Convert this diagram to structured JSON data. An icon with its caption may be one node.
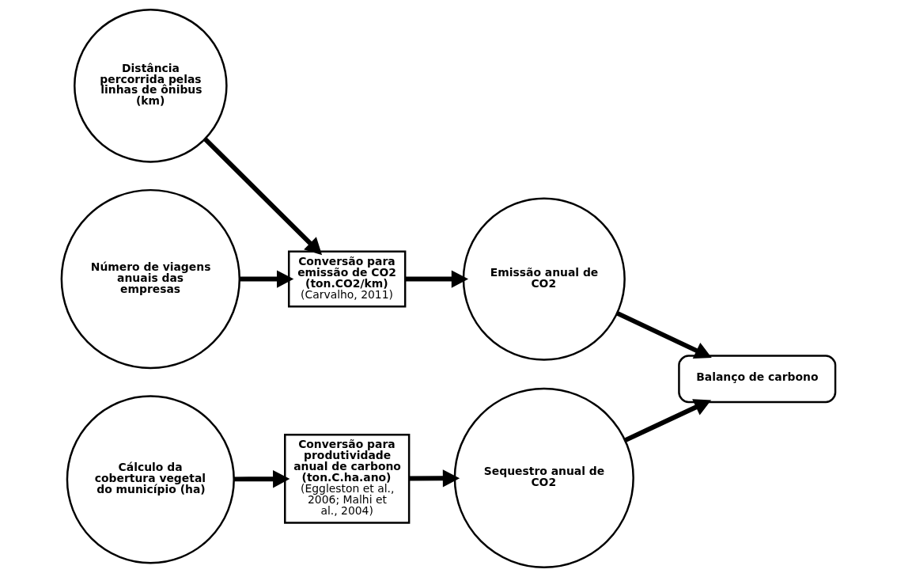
{
  "diagram": {
    "nodes": [
      {
        "text": [
          "Distância percorrida pelas linhas de ônibus (km)"
        ]
      },
      {
        "text": [
          "Número de viagens anuais das empresas"
        ]
      },
      {
        "text": [
          "Conversão para emissão de CO2 (ton.CO2/km)",
          "(Carvalho, 2011)"
        ]
      },
      {
        "text": [
          "Emissão anual de CO2"
        ]
      },
      {
        "text": [
          "Balanço de carbono"
        ]
      },
      {
        "text": [
          "Cálculo da cobertura vegetal do município (ha)"
        ]
      },
      {
        "text": [
          "Conversão para produtividade anual de carbono (ton.C.ha.ano)",
          "(Eggleston et al., 2006; Malhi et al., 2004)"
        ]
      },
      {
        "text": [
          "Sequestro anual de CO2"
        ]
      }
    ],
    "edges": [
      {
        "from": 0,
        "to": 2,
        "arrow": "to"
      },
      {
        "from": 1,
        "to": 2,
        "arrow": "to"
      },
      {
        "from": 2,
        "to": 3,
        "arrow": "to"
      },
      {
        "from": 3,
        "to": 4,
        "arrow": "to"
      },
      {
        "from": 5,
        "to": 6,
        "arrow": "to"
      },
      {
        "from": 6,
        "to": 7,
        "arrow": "to"
      },
      {
        "from": 7,
        "to": 4,
        "arrow": "to"
      }
    ]
  }
}
